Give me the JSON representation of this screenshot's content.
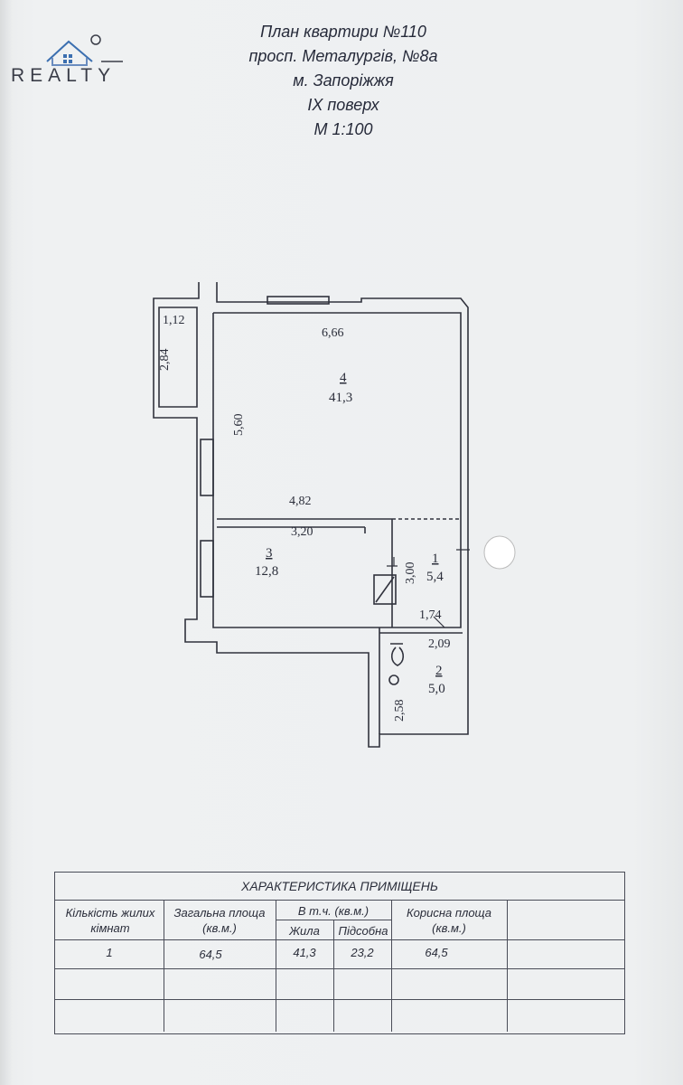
{
  "logo": {
    "text": "REALTY"
  },
  "header": {
    "line1": "План квартири №110",
    "line2": "просп. Металургів, №8а",
    "line3": "м. Запоріжжя",
    "line4": "IX поверх",
    "line5": "М 1:100"
  },
  "plan": {
    "dimensions": {
      "balcony_width": "1,12",
      "balcony_length": "2,84",
      "room4_top": "6,66",
      "room4_side": "5,60",
      "room4_bottom": "4,82",
      "room3_top": "3,20",
      "corridor_side": "3,00",
      "corridor_bottom": "1,74",
      "bath_top": "2,09",
      "bath_side": "2,58"
    },
    "rooms": [
      {
        "number": "4",
        "area": "41,3"
      },
      {
        "number": "3",
        "area": "12,8"
      },
      {
        "number": "1",
        "area": "5,4"
      },
      {
        "number": "2",
        "area": "5,0"
      }
    ]
  },
  "table": {
    "title": "ХАРАКТЕРИСТИКА ПРИМІЩЕНЬ",
    "headers": {
      "rooms_count": "Кількість жилих кімнат",
      "total_area": "Загальна площа (кв.м.)",
      "including": "В т.ч. (кв.м.)",
      "living": "Жила",
      "auxiliary": "Підсобна",
      "useful_area": "Корисна площа (кв.м.)"
    },
    "row": {
      "rooms_count": "1",
      "total_area": "64,5",
      "living": "41,3",
      "auxiliary": "23,2",
      "useful_area": "64,5"
    }
  }
}
